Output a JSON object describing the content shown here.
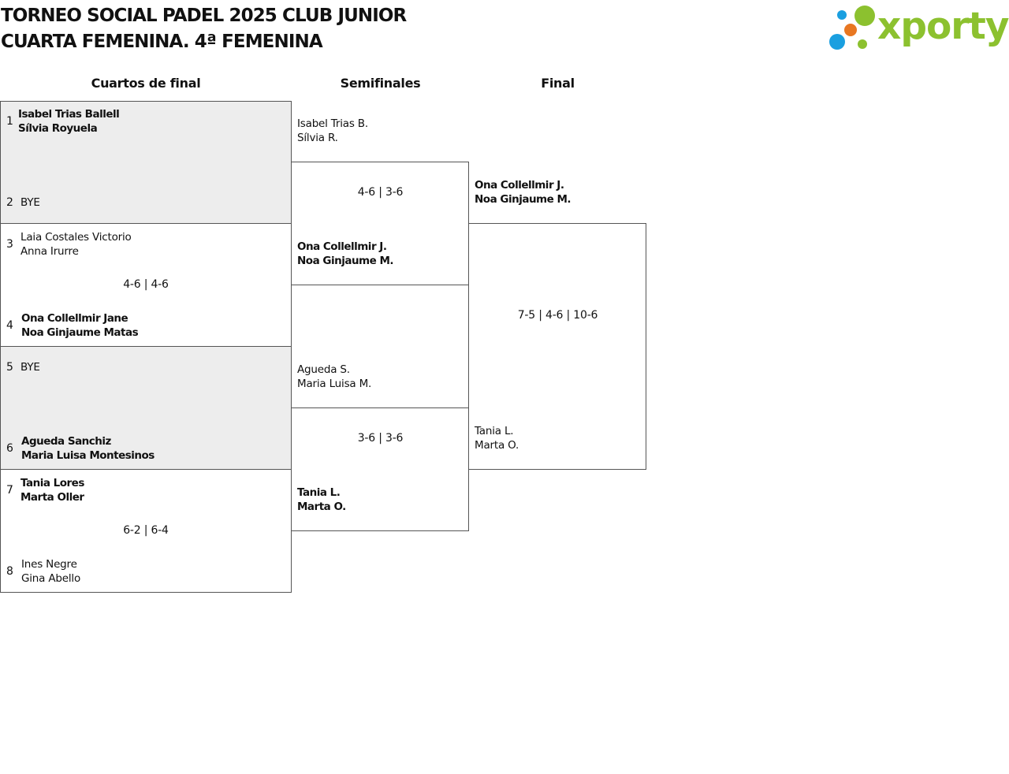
{
  "header": {
    "title_line1": "TORNEO SOCIAL PADEL 2025 CLUB JUNIOR",
    "title_line2": "CUARTA FEMENINA. 4ª FEMENINA",
    "logo_text": "xporty",
    "logo_colors": {
      "green": "#8cc12f",
      "orange": "#e87722",
      "blue": "#1a9fe0"
    }
  },
  "rounds": {
    "quarterfinals": "Cuartos de final",
    "semifinals": "Semifinales",
    "final": "Final"
  },
  "quarterfinals": [
    {
      "seed_a": "1",
      "a1": "Isabel Trias Ballell",
      "a2": "Sílvia Royuela",
      "seed_b": "2",
      "b1": "BYE",
      "b2": "",
      "score": ""
    },
    {
      "seed_a": "3",
      "a1": "Laia Costales Victorio",
      "a2": "Anna Irurre",
      "seed_b": "4",
      "b1": "Ona Collellmir Jane",
      "b2": "Noa Ginjaume Matas",
      "score": "4-6 | 4-6"
    },
    {
      "seed_a": "5",
      "a1": "BYE",
      "a2": "",
      "seed_b": "6",
      "b1": "Agueda Sanchiz",
      "b2": "Maria Luisa Montesinos",
      "score": ""
    },
    {
      "seed_a": "7",
      "a1": "Tania Lores",
      "a2": "Marta Oller",
      "seed_b": "8",
      "b1": "Ines Negre",
      "b2": "Gina Abello",
      "score": "6-2 | 6-4"
    }
  ],
  "semifinals": [
    {
      "a1": "Isabel Trias B.",
      "a2": "Sílvia R.",
      "b1": "Ona Collellmir J.",
      "b2": "Noa Ginjaume M.",
      "score": "4-6 | 3-6"
    },
    {
      "a1": "Agueda S.",
      "a2": "Maria Luisa M.",
      "b1": "Tania L.",
      "b2": "Marta O.",
      "score": "3-6 | 3-6"
    }
  ],
  "final": {
    "a1": "Ona Collellmir J.",
    "a2": "Noa Ginjaume M.",
    "b1": "Tania L.",
    "b2": "Marta O.",
    "score": "7-5 | 4-6 | 10-6"
  }
}
